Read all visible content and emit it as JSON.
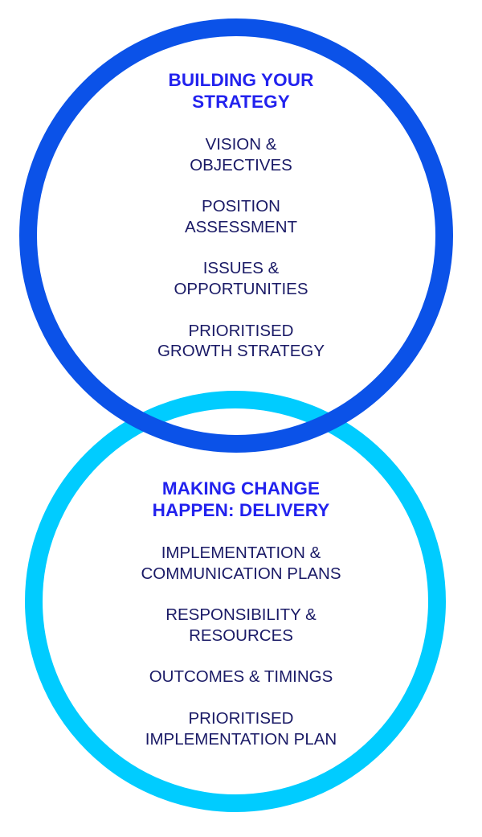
{
  "diagram": {
    "type": "venn-two-circle-vertical",
    "background_color": "#ffffff",
    "circles": [
      {
        "id": "top",
        "name": "building-your-strategy",
        "stroke_color": "#0b52e8",
        "title": "BUILDING YOUR\nSTRATEGY",
        "items": [
          "VISION &\nOBJECTIVES",
          "POSITION\nASSESSMENT",
          "ISSUES &\nOPPORTUNITIES",
          "PRIORITISED\nGROWTH STRATEGY"
        ]
      },
      {
        "id": "bottom",
        "name": "making-change-happen-delivery",
        "stroke_color": "#00ccff",
        "title": "MAKING CHANGE\nHAPPEN: DELIVERY",
        "items": [
          "IMPLEMENTATION &\nCOMMUNICATION PLANS",
          "RESPONSIBILITY &\nRESOURCES",
          "OUTCOMES & TIMINGS",
          "PRIORITISED\nIMPLEMENTATION PLAN"
        ]
      }
    ],
    "colors": {
      "heading_text": "#2222ee",
      "body_text": "#1a1a66",
      "ring_blue": "#0b52e8",
      "ring_cyan": "#00ccff"
    }
  }
}
